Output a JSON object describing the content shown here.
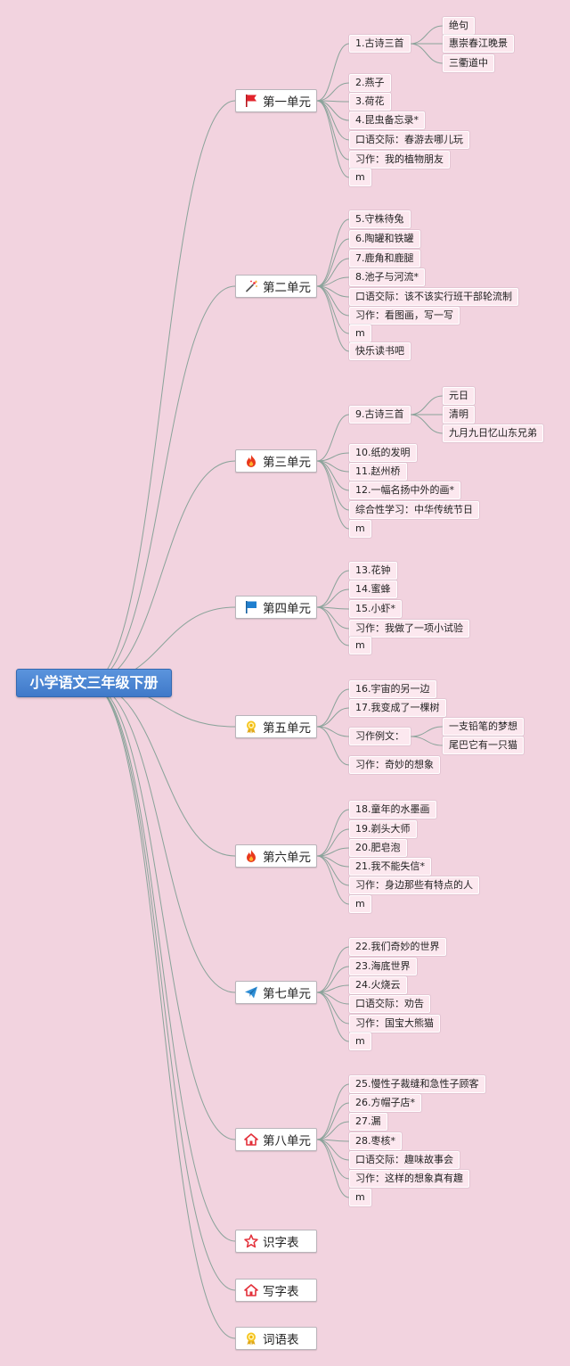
{
  "root": {
    "label": "小学语文三年级下册"
  },
  "units": [
    {
      "label": "第一单元",
      "icon": "red-flag-icon",
      "children": [
        {
          "label": "1.古诗三首",
          "children": [
            {
              "label": "绝句"
            },
            {
              "label": "惠崇春江晚景"
            },
            {
              "label": "三衢道中"
            }
          ]
        },
        {
          "label": "2.燕子"
        },
        {
          "label": "3.荷花"
        },
        {
          "label": "4.昆虫备忘录*"
        },
        {
          "label": "口语交际：春游去哪儿玩"
        },
        {
          "label": "习作：我的植物朋友"
        },
        {
          "label": "m"
        }
      ]
    },
    {
      "label": "第二单元",
      "icon": "magic-wand-icon",
      "children": [
        {
          "label": "5.守株待兔"
        },
        {
          "label": "6.陶罐和铁罐"
        },
        {
          "label": "7.鹿角和鹿腿"
        },
        {
          "label": "8.池子与河流*"
        },
        {
          "label": "口语交际：该不该实行班干部轮流制"
        },
        {
          "label": "习作：看图画，写一写"
        },
        {
          "label": "m"
        },
        {
          "label": "快乐读书吧"
        }
      ]
    },
    {
      "label": "第三单元",
      "icon": "fire-icon",
      "children": [
        {
          "label": "9.古诗三首",
          "children": [
            {
              "label": "元日"
            },
            {
              "label": "清明"
            },
            {
              "label": "九月九日忆山东兄弟"
            }
          ]
        },
        {
          "label": "10.纸的发明"
        },
        {
          "label": "11.赵州桥"
        },
        {
          "label": "12.一幅名扬中外的画*"
        },
        {
          "label": "综合性学习：中华传统节日"
        },
        {
          "label": "m"
        }
      ]
    },
    {
      "label": "第四单元",
      "icon": "blue-flag-icon",
      "children": [
        {
          "label": "13.花钟"
        },
        {
          "label": "14.蜜蜂"
        },
        {
          "label": "15.小虾*"
        },
        {
          "label": "习作：我做了一项小试验"
        },
        {
          "label": "m"
        }
      ]
    },
    {
      "label": "第五单元",
      "icon": "award-ribbon-icon",
      "children": [
        {
          "label": "16.宇宙的另一边"
        },
        {
          "label": "17.我变成了一棵树"
        },
        {
          "label": "习作例文：",
          "children": [
            {
              "label": "一支铅笔的梦想"
            },
            {
              "label": "尾巴它有一只猫"
            }
          ]
        },
        {
          "label": "习作：奇妙的想象"
        }
      ]
    },
    {
      "label": "第六单元",
      "icon": "fire-icon",
      "children": [
        {
          "label": "18.童年的水墨画"
        },
        {
          "label": "19.剃头大师"
        },
        {
          "label": "20.肥皂泡"
        },
        {
          "label": "21.我不能失信*"
        },
        {
          "label": "习作：身边那些有特点的人"
        },
        {
          "label": "m"
        }
      ]
    },
    {
      "label": "第七单元",
      "icon": "paper-plane-icon",
      "children": [
        {
          "label": "22.我们奇妙的世界"
        },
        {
          "label": "23.海底世界"
        },
        {
          "label": "24.火烧云"
        },
        {
          "label": "口语交际：劝告"
        },
        {
          "label": "习作：国宝大熊猫"
        },
        {
          "label": "m"
        }
      ]
    },
    {
      "label": "第八单元",
      "icon": "home-icon",
      "children": [
        {
          "label": "25.慢性子裁缝和急性子顾客"
        },
        {
          "label": "26.方帽子店*"
        },
        {
          "label": "27.漏"
        },
        {
          "label": "28.枣核*"
        },
        {
          "label": "口语交际：趣味故事会"
        },
        {
          "label": "习作：这样的想象真有趣"
        },
        {
          "label": "m"
        }
      ]
    },
    {
      "label": "识字表",
      "icon": "star-icon",
      "children": []
    },
    {
      "label": "写字表",
      "icon": "home-icon",
      "children": []
    },
    {
      "label": "词语表",
      "icon": "award-ribbon-icon",
      "children": []
    }
  ]
}
